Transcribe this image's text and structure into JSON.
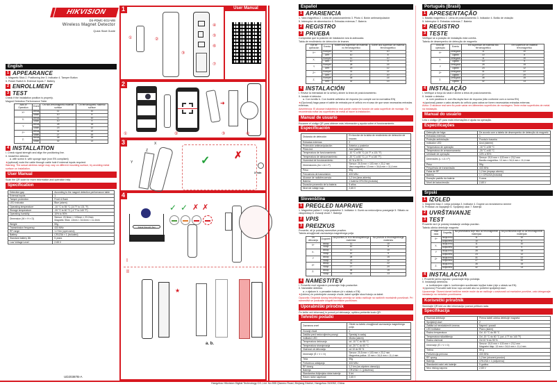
{
  "brand": {
    "logo": "HIKVISION",
    "color": "#d7171f"
  },
  "cover": {
    "model": "DS-PDMC-EG2-WB",
    "product_name": "Wireless Magnet Detector",
    "guide": "Quick Start Guide",
    "doc_code": "UD20387B-A"
  },
  "english": {
    "lang": "English",
    "s1": {
      "num": "1",
      "title": "APPEARANCE",
      "items": "1. Magnetic Stick   2. Positioning line   3. Indicator          4. Tamper Button",
      "items2": "5. Power Switch   6. External Inputs   7. Battery"
    },
    "s2": {
      "num": "2",
      "title": "ENROLLMENT"
    },
    "s3": {
      "num": "3",
      "title": "TEST",
      "text1": "Check if the installation position is properly.",
      "text2": "Magnet Detection Performance Table"
    },
    "table_head": [
      "Axis of Operation",
      "Event",
      "On non-ferromagnetic material surface",
      "On ferromagnetic material surface"
    ],
    "table_rows": [
      [
        "X+",
        "Break",
        "11",
        "10"
      ],
      [
        "",
        "Make",
        "10",
        "8"
      ],
      [
        "X-",
        "Break",
        "11",
        "10"
      ],
      [
        "",
        "Make",
        "10",
        "9"
      ],
      [
        "Y",
        "Break",
        "28",
        "15"
      ],
      [
        "",
        "Make",
        "23",
        "12"
      ],
      [
        "Z+",
        "Break",
        "31",
        "22"
      ],
      [
        "",
        "Make",
        "27",
        "20"
      ],
      [
        "Z-",
        "Break",
        "35",
        "15"
      ],
      [
        "",
        "Make",
        "32",
        "13"
      ]
    ],
    "s4": {
      "num": "4",
      "title": "INSTALLATION",
      "l1": "I. Check signal strength and align the positioning line.",
      "l2": "II. Install the detector.",
      "l3": "a. with screw          b. with sponge tape (non EN compliant)",
      "l4": "(optional) route the cable through cable hole if external inputs required.",
      "warn": "Warning: The actual wireless range may vary on different mounting surface, try avoiding metal surface on installation."
    },
    "manual_title": "User Manual",
    "manual_text": "Scan the QR code for more information and operation help.",
    "spec_title": "Specification",
    "spec": [
      [
        "Detection gap",
        "According to the magnet detection performance table"
      ],
      [
        "External inputs",
        "1"
      ],
      [
        "Tamper protection",
        "Front & Back"
      ],
      [
        "LED Indicator",
        "Blue (alarm)"
      ],
      [
        "Operating temperature",
        "-10 °C to 55 °C (14 °F to 131 °F)"
      ],
      [
        "Storage temperature",
        "-20 °C to 60 °C (-4 °F to 140 °F)"
      ],
      [
        "Operating humidity",
        "10% to 90%"
      ],
      [
        "Dimension (W × H × D)",
        "Sensor: 20.5mm × 103mm × 23.2mm | Magnetic Stick: 13mm × 34.6mm × 11.4mm"
      ],
      [
        "Weight",
        "59g"
      ],
      [
        "Transmission frequency",
        "433 MHz"
      ],
      [
        "RF range",
        "1.2 Km (open area)"
      ],
      [
        "Battery",
        "CR123A × 1 (included)"
      ],
      [
        "Standard battery life",
        "5 years"
      ],
      [
        "Low Voltage Level",
        "2.65 V"
      ]
    ]
  },
  "figures": {
    "p1": "1",
    "p2": "2",
    "p3": "3",
    "p4": "4",
    "qr_header": "User  Manual",
    "callouts": [
      "①",
      "②",
      "③",
      "④",
      "⑤",
      "⑥",
      "⑦"
    ],
    "steps2": [
      "①",
      "②",
      "③",
      "④"
    ],
    "axes": [
      "X",
      "Y",
      "Z"
    ],
    "timer": "3 min",
    "signal_label": "Signal Strength Test",
    "sub": [
      "I",
      "II"
    ],
    "ab": "a.  b."
  },
  "espanol": {
    "lang": "Español",
    "s1": {
      "num": "1",
      "title": "APARIENCIA",
      "items": "1. Vara magnética   2. Línea de posicionamiento   3. Piloto   4. Botón antimanipulación",
      "items2": "5. Interruptor de alimentación   6. Entradas externas   7. Batería"
    },
    "s2": {
      "num": "2",
      "title": "REGISTRO"
    },
    "s3": {
      "num": "3",
      "title": "PRUEBA",
      "text1": "Comprobar que la posición de instalación sea la adecuada.",
      "text2": "Tabla de rendimiento de detección de imanes"
    },
    "table_head": [
      "Eje de operación",
      "Evento",
      "Sobre una superficie de material no ferromagnético",
      "Sobre una superficie de material ferromagnético"
    ],
    "table_rows": [
      [
        "X+",
        "Romper",
        "11",
        "10"
      ],
      [
        "",
        "Unir",
        "10",
        "8"
      ],
      [
        "X-",
        "Romper",
        "11",
        "10"
      ],
      [
        "",
        "Unir",
        "10",
        "9"
      ],
      [
        "Y",
        "Romper",
        "28",
        "15"
      ],
      [
        "",
        "Unir",
        "23",
        "12"
      ],
      [
        "Z+",
        "Romper",
        "31",
        "22"
      ],
      [
        "",
        "Unir",
        "27",
        "20"
      ],
      [
        "Z-",
        "Romper",
        "35",
        "15"
      ],
      [
        "",
        "Unir",
        "32",
        "13"
      ]
    ],
    "s4": {
      "num": "4",
      "title": "INSTALACIÓN",
      "l1": "I. Revise la intensidad de la señal y alinee la línea de posicionamiento.",
      "l2": "II. Instale el detector.",
      "l3": "a. Con tornillo  b. Con bodete adhesivo de espuma (no cumple con la normativa EN)",
      "l4": "(Opcional) haga pasar el cable de entrada por el orificio en el caso de que sean necesarias entradas externas.",
      "warn": "Advertencia: El alcance inalámbrico real puede variar en función de cada superficie de montaje. Se recomienda evitar las superficies de metal al hacer la instalación."
    },
    "manual_title": "Manual de usuario",
    "manual_text": "Escanee el código QR para obtener más información y ayuda sobre el funcionamiento.",
    "spec_title": "Especificación",
    "spec": [
      [
        "Distancia de detección",
        "En función de la tabla de rendimiento de detección de imanes"
      ],
      [
        "Entradas externas",
        "2"
      ],
      [
        "Protección antimanipulación",
        "Anterior y posterior"
      ],
      [
        "Piloto led",
        "Azul (alarma)"
      ],
      [
        "Temperatura de funcionamiento",
        "-10 °C a 55 °C (14 °F a 131 °F)"
      ],
      [
        "Temperatura de almacenamiento",
        "-20 °C a 60 °C (-4 °F a 140 °F)"
      ],
      [
        "Humedad de funcionamiento",
        "10 % a 90 %"
      ],
      [
        "Dimensiones (An × Al × P)",
        "Sensor: 20,5 mm × 103 mm × 23,2 mm | Vara magnética: 13 mm × 34,6 mm × 11,4 mm"
      ],
      [
        "Peso",
        "59g"
      ],
      [
        "Frecuencia de transmisión",
        "433 MHz"
      ],
      [
        "Alcance de radiofrecuencia",
        "1,2 km (área abierta)"
      ],
      [
        "Batería",
        "1 batería CR123A (incluida)"
      ],
      [
        "Duración promedio de la batería",
        "5 años"
      ],
      [
        "Nivel de voltaje bajo",
        "2,65 V"
      ]
    ]
  },
  "slovenscina": {
    "lang": "Slovenščina",
    "s1": {
      "num": "1",
      "title": "PREGLED NAPRAVE",
      "items": "1. Magnetna palica  2. Linija postavitve  3. Indikator  4. Gumb za nedovoljeno poseganje  5. Stikalo za vklop/izklop  6. Zunanji vhodi  7. Baterija"
    },
    "s2": {
      "num": "2",
      "title": "VPIS"
    },
    "s3": {
      "num": "3",
      "title": "PREIZKUS",
      "text1": "Preverite, ali je položaj namestitve pravilen.",
      "text2": "Tabela zmogljivosti zaznavanja magnetnega polja"
    },
    "table_head": [
      "Os delovanja",
      "Dogodek",
      "Na površini, ki ni iz feromagnetnega materiala",
      "Na površini iz feromagnetnega materiala"
    ],
    "table_rows": [
      [
        "X+",
        "Izklop",
        "11",
        "10"
      ],
      [
        "",
        "Vklop",
        "10",
        "8"
      ],
      [
        "X-",
        "Izklop",
        "11",
        "10"
      ],
      [
        "",
        "Vklop",
        "10",
        "9"
      ],
      [
        "Y",
        "Izklop",
        "28",
        "15"
      ],
      [
        "",
        "Vklop",
        "23",
        "12"
      ],
      [
        "Z+",
        "Izklop",
        "31",
        "22"
      ],
      [
        "",
        "Vklop",
        "27",
        "20"
      ],
      [
        "Z-",
        "Izklop",
        "35",
        "15"
      ],
      [
        "",
        "Vklop",
        "32",
        "13"
      ]
    ],
    "s4": {
      "num": "4",
      "title": "NAMESTITEV",
      "l1": "I. Preverite moč signala in poravnajte linijo postavitve.",
      "l2": "II. Namestite detektor.",
      "l3": "a. z vijakom     b. s penastim trakom (ni v skladu z EN)",
      "l4": "(Izbirno) če potrebujete zunanje vhode, kabel speljite skozi luknjo za kabel.",
      "warn": "Opozorilo: Dejanski doseg brezžičnega omrežja se lahko razlikuje na različnih montažnih površinah. Pri namestitvi se poskusite izogniti kovinskim površinam."
    },
    "manual_title": "Uporabniški priročnik",
    "manual_text": "Če želite več informacij in pomoč pri delovanju, optično preberite kodo QR.",
    "spec_title": "Tehnični podatki",
    "spec": [
      [
        "Zaznavna vrzel",
        "Glede na tabelo zmogljivosti zaznavanja magnetnega polja"
      ],
      [
        "Zunanji vhodi",
        "1"
      ],
      [
        "Zaščita pred nedovoljenim posegi",
        "Spredaj in zadaj"
      ],
      [
        "Indikator LED",
        "Modra (alarm)"
      ],
      [
        "Temperatura delovanja",
        "od -10 °C do 55 °C"
      ],
      [
        "Temperatura shranjevanja",
        "od -20 °C do 60 °C"
      ],
      [
        "Vlažnost ob delovanju",
        "od 10 do 90 %"
      ],
      [
        "Dimenzije (Š × V × G)",
        "Senzor: 20,5 mm × 103 mm × 23,2 mm | Magnetna palica: 13 mm × 34,6 mm × 11,4 mm"
      ],
      [
        "Teža",
        "59g"
      ],
      [
        "Frekvenca oddajanja",
        "433 MHz"
      ],
      [
        "RF doseg",
        "1,2 km (na odprtem območju)"
      ],
      [
        "Baterija",
        "CR123A × 1 (priložena)"
      ],
      [
        "Standardna življenjska doba baterije",
        "5 let"
      ],
      [
        "Raven nizke napetosti",
        "2,65 V"
      ]
    ]
  },
  "portugues": {
    "lang": "Português (Brasil)",
    "s1": {
      "num": "1",
      "title": "APRESENTAÇÃO",
      "items": "1. Bastão magnético   2. Linha de posicionamento   3. Indicador   4. Botão de violação",
      "items2": "5. Interruptor   6. Entradas externas   7. Bateria"
    },
    "s2": {
      "num": "2",
      "title": "REGISTRO"
    },
    "s3": {
      "num": "3",
      "title": "TESTE",
      "text1": "Verifique se a posição de instalação está correta.",
      "text2": "Tabela de desempenho de detecção de magnetio"
    },
    "table_head": [
      "Eixo de operação",
      "Evento",
      "Em superfície de material não ferromagnético",
      "Em superfície de material ferromagnético"
    ],
    "table_rows": [
      [
        "X+",
        "Desligado",
        "11",
        "10"
      ],
      [
        "",
        "Ligado",
        "10",
        "8"
      ],
      [
        "X-",
        "Desligado",
        "11",
        "10"
      ],
      [
        "",
        "Ligado",
        "10",
        "9"
      ],
      [
        "Y",
        "Desligado",
        "28",
        "15"
      ],
      [
        "",
        "Ligado",
        "23",
        "12"
      ],
      [
        "Z+",
        "Desligado",
        "31",
        "22"
      ],
      [
        "",
        "Ligado",
        "27",
        "20"
      ],
      [
        "Z-",
        "Desligado",
        "35",
        "15"
      ],
      [
        "",
        "Ligado",
        "32",
        "13"
      ]
    ],
    "s4": {
      "num": "4",
      "title": "INSTALAÇÃO",
      "l1": "I. Verifique a força do sinal e alinhe a linha de posicionamento.",
      "l2": "II. Instale o detector.",
      "l3": "a. com parafuso  b. com fita dupla face de espuma (não conforme com a norma EN)",
      "l4": "(opcional) passe o cabo através do orifício para cabos se forem necessárias entradas externas.",
      "warn": "Aviso: O alcance real sem fio pode variar em diferentes superfícies de montagem. Tente evitar superfícies de metal na instalação."
    },
    "manual_title": "Manual do usuário",
    "manual_text": "Leia o código QR para mais informações e ajuda na operação.",
    "spec_title": "Especificações",
    "spec": [
      [
        "Detecção de folga",
        "De acordo com a tabela de desempenho de detecção do magneto"
      ],
      [
        "Entradas externas",
        "1"
      ],
      [
        "Proteção antiviolação",
        "Frontal e traseira"
      ],
      [
        "Indicador LED",
        "Azul (alarme)"
      ],
      [
        "Temperatura de operação",
        "-10 °C a 55 °C"
      ],
      [
        "Temperatura de armazenamento",
        "-20 °C a 60 °C"
      ],
      [
        "Umidade de operação",
        "10% a 90%"
      ],
      [
        "Dimensões (L × A × P)",
        "Sensor: 20,5 mm × 103 mm × 23,2 mm | Bastão magnético: 13 mm × 34,6 mm × 11,4 mm"
      ],
      [
        "Peso",
        "59g"
      ],
      [
        "Frequência de transmissão",
        "433 MHz"
      ],
      [
        "Faixa de RF",
        "1,2 km (espaço aberto)"
      ],
      [
        "Bateria",
        "1 × CR123A (incluída)"
      ],
      [
        "Duração padrão da bateria",
        "5 anos"
      ],
      [
        "Nível de baixa tensão",
        "2,65 V"
      ]
    ]
  },
  "srpski": {
    "lang": "Srpski",
    "s1": {
      "num": "1",
      "title": "IZGLED",
      "items": "1. Magnetni štap   2. Linija položaja   3. Indikator   4. Dugme za neovlašćeno izmene",
      "items2": "5. Prekidač za napajanje   6. Spoljašnji ulazi   7. Baterija"
    },
    "s2": {
      "num": "2",
      "title": "UVRŠTAVANJE"
    },
    "s3": {
      "num": "3",
      "title": "TEST",
      "text1": "Proverite da li je položaj instalacije uređaja pravilan.",
      "text2": "Tabela učinka detekcije magneta"
    },
    "table_head": [
      "Osa rada",
      "Događaj",
      "Na površinama koje nisu od feromagnetnih materijala",
      "Na površinama koje su od feromagnetnih materijala"
    ],
    "table_rows": [
      [
        "X+",
        "Isključeno",
        "11",
        "10"
      ],
      [
        "",
        "Uključeno",
        "10",
        "8"
      ],
      [
        "X-",
        "Isključeno",
        "11",
        "10"
      ],
      [
        "",
        "Uključeno",
        "10",
        "9"
      ],
      [
        "Y",
        "Isključeno",
        "28",
        "15"
      ],
      [
        "",
        "Uključeno",
        "23",
        "12"
      ],
      [
        "Z+",
        "Isključeno",
        "31",
        "22"
      ],
      [
        "",
        "Uključeno",
        "27",
        "20"
      ],
      [
        "Z-",
        "Isključeno",
        "35",
        "15"
      ],
      [
        "",
        "Uključeno",
        "32",
        "13"
      ]
    ],
    "s4": {
      "num": "4",
      "title": "INSTALACIJA",
      "l1": "I. Proverite jačinu signala i poravnajte liniju položaja.",
      "l2": "II. Instalacija detektora.",
      "l3": "a. korišćenjem vijak   b. korišćenjem sunđeraste lepljive trake (nije u skladu sa EN)",
      "l4": "(opciono) Provucite kabl kroz rupu za kabl ako su potrebni spoljašnji ulazi.",
      "warn": "Upozorenje: Stvarni domet bežične mreže može da se razlikuje u zavisnosti od montažne površine, zato izbegavajte instalaciju na metalnim površinama."
    },
    "manual_title": "Korisnički priručnik",
    "manual_text": "Skenirajte QR kôd za više informacija i pomoć prilikom rada.",
    "spec_title": "Specifikacija",
    "spec": [
      [
        "Razmak detekcije",
        "Prema tabeli učinka detekcije magneta"
      ],
      [
        "Spoljašnji ulazi",
        "2"
      ],
      [
        "Zaštita od neovlašćenih izmena",
        "Napred i pozadi"
      ],
      [
        "LED indikator",
        "Plavo (alarm)"
      ],
      [
        "Radna temperatura",
        "Od -10 °C do 55 °C"
      ],
      [
        "Temperatura skladištenja",
        "Od -20 °C do 60 °C (od -4 °F do 140 °F)"
      ],
      [
        "Radna vlažnost",
        "Od 10 % do 90 %"
      ],
      [
        "Dimenzije (Š × V × D)",
        "Senzor: 20,5 mm × 103 mm × 23,2 mm | Magnetni štap: 13 mm × 34,6 mm × 11,4 mm"
      ],
      [
        "Težina",
        "59 g"
      ],
      [
        "Frekvencija prenosa",
        "433 MHz"
      ],
      [
        "RF opseg",
        "1,2 km (otvoreni prostor)"
      ],
      [
        "Baterija",
        "CR123A × 1 (uključena)"
      ],
      [
        "Standardni radni vek baterije",
        "5 godina"
      ],
      [
        "Nivo niskog napona",
        "2,65 V"
      ]
    ]
  },
  "footer": "Hangzhou Hikvision Digital Technology CO.,Ltd. No.555 Qianmo Road, Binjiang District, Hangzhou 310052, China"
}
